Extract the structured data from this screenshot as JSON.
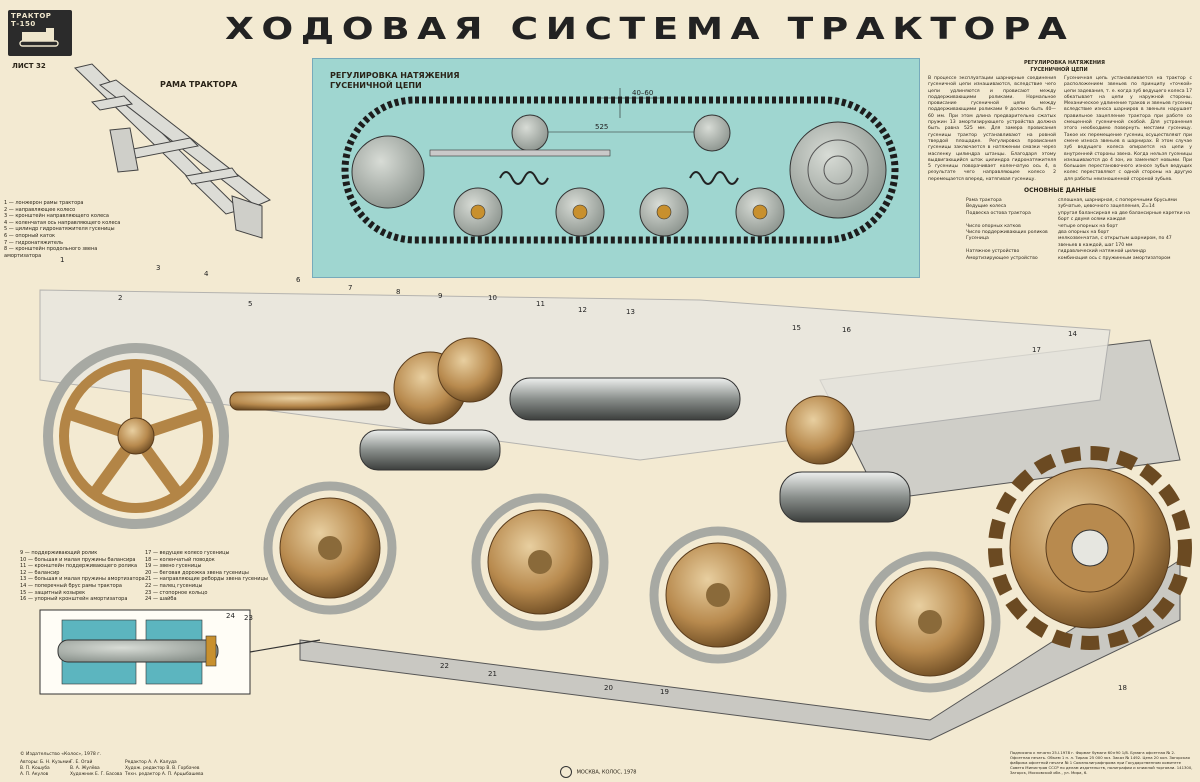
{
  "header": {
    "logo_text": "ТРАКТОР Т-150",
    "sheet": "ЛИСТ 32",
    "title": "ХОДОВАЯ СИСТЕМА ТРАКТОРА"
  },
  "frame": {
    "title": "РАМА ТРАКТОРА",
    "legend": [
      "1 — лонжерон рамы трактора",
      "2 — направляющее колесо",
      "3 — кронштейн направляющего колеса",
      "4 — коленчатая ось направляющего колеса",
      "5 — цилиндр гидронатяжителя гусеницы",
      "6 — опорный каток",
      "7 — гидронатяжитель",
      "8 — кронштейн продольного звена",
      "    амортизатора"
    ]
  },
  "inset": {
    "title": "РЕГУЛИРОВКА НАТЯЖЕНИЯ ГУСЕНИЧНОЙ ЦЕПИ",
    "dim_top": "40–60",
    "dim_mid": "525"
  },
  "right_text": {
    "heading": "РЕГУЛИРОВКА НАТЯЖЕНИЯ\nГУСЕНИЧНОЙ ЦЕПИ",
    "col1": "В процессе эксплуатации шарнирные соединения гусеничной цепи изнашиваются, вследствие чего цепи удлиняются и провисают между поддерживающими роликами.\nНормальное провисание гусеничной цепи между поддерживающими роликами 9 должно быть 40—60 мм. При этом длина предварительно сжатых пружин 13 амортизирующего устройства должна быть равна 525 мм.\nДля замера провисания гусеницы трактор устанавливают на ровной твердой площадке. Регулировка провисания гусеницы заключается в натяжении смазки через масленку цилиндра штанцы. Благодаря этому выдвигающийся шток цилиндра гидронатяжителя 5 гусеницы поворачивает коленчатую ось 4, в результате чего направляющее колесо 2 перемещается вперед, натягивая гусеницу.",
    "col2": "Гусеничная цепь устанавливается на трактор с расположением звеньев по принципу «точкой» цепи задевания, т. е. когда зуб ведущего колеса 17 обкатывает на цепи у наружной стороны.\nМеханическое удлинение траков и звеньев гусениц вследствие износа шарниров в звеньях нарушает правильное зацепление трактора при работе со смещенной гусеничной скобой. Для устранения этого необходимо повернуть местами гусеницу. Такое их перемещение гусениц осуществляют при смене износа звеньев в шарнирах. В этом случае зуб ведущего колеса опирается на цепи у внутренней стороны звена.\nКогда нельзя гусеницы изнашиваются до 4 зон, их заменяют новыми. При большом перестановочного износе зубья ведущих колес переставляют с одной стороны на другую для работы неизношенной стороной зубьев."
  },
  "basic_data": {
    "title": "ОСНОВНЫЕ ДАННЫЕ",
    "rows": [
      {
        "k": "Рама трактора",
        "v": "сплошная, шарнирная, с поперечными брусьями"
      },
      {
        "k": "Ведущие колеса",
        "v": "зубчатые, цевочного зацепления, Z=14"
      },
      {
        "k": "Подвеска остова трактора",
        "v": "упругая балансирная на две балансирные каретки на борт с двумя осями каждая"
      },
      {
        "k": "Число опорных катков",
        "v": "четыре опорных на борт"
      },
      {
        "k": "Число поддерживающих роликов",
        "v": "два опорных на борт"
      },
      {
        "k": "Гусеница",
        "v": "мелкозвенчатая, с открытым шарниром, по 47 звеньев в каждой, шаг 170 мм"
      },
      {
        "k": "Натяжное устройство",
        "v": "гидравлический натяжной цилиндр"
      },
      {
        "k": "Амортизирующее устройство",
        "v": "комбинация ось с пружинным амортизатором"
      }
    ]
  },
  "callouts": [
    "1",
    "2",
    "3",
    "4",
    "5",
    "6",
    "7",
    "8",
    "9",
    "10",
    "11",
    "12",
    "13",
    "14",
    "15",
    "16",
    "17",
    "18",
    "19",
    "20",
    "21",
    "22",
    "23",
    "24"
  ],
  "bottom_legend": {
    "col1": [
      "9 — поддерживающий ролик",
      "10 — большая и малая пружины балансира",
      "11 — кронштейн поддерживающего ролика",
      "12 — балансир",
      "13 — большая и малая пружины амортизатора",
      "14 — поперечный брус рамы трактора",
      "15 — защитный козырек",
      "16 — упорный кронштейн амортизатора"
    ],
    "col2": [
      "17 — ведущее колесо гусеницы",
      "18 — коленчатый поводок",
      "19 — звено гусеницы",
      "20 — беговая дорожка звена гусеницы",
      "21 — направляющие реборды звена гусеницы",
      "22 — палец гусеницы",
      "23 — стопорное кольцо",
      "24 — шайба"
    ]
  },
  "footer": {
    "copyright": "© Издательство «Колос», 1978 г.",
    "authors": "Авторы: Б. Н. Кузьмин\nВ. П. Кошуба\nА. П. Акулов",
    "artists": "Г. Е. Огай\nВ. А. Жулёва\nХудожник Е. Г. Басова",
    "editors": "Редактор А. А. Калуда\nХудож. редактор В. В. Горбачев\nТехн. редактор А. П. Арцыбашева",
    "publisher": "МОСКВА, КОЛОС, 1978",
    "imprint": "Подписано к печати 25.І.1978 г. Формат бумаги 60×90 1/8. Бумага офсетная № 2. Офсетная печать. Объем 1 п. л. Тираж 25 000 экз. Заказ № 1492. Цена 20 коп.\nЗагорская фабрика офсетной печати № 1 Союзполиграфпрома при Государственном комитете Совета Министров СССР по делам издательств, полиграфии и книжной торговли. 141300, Загорск, Московской обл., ул. Мира, 6."
  }
}
